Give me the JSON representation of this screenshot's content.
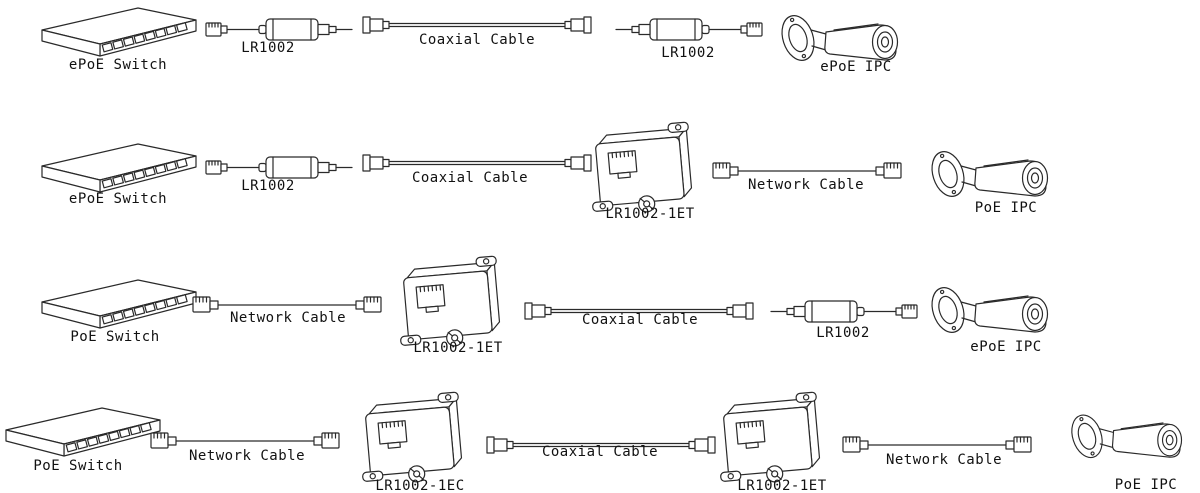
{
  "page": {
    "background": "#ffffff",
    "line_color": "#2a2a2a",
    "text_color": "#111111"
  },
  "diagram": {
    "description_type": "connection-topology-diagram",
    "rows": [
      {
        "items": [
          {
            "type": "switch",
            "label": "ePoE Switch"
          },
          {
            "type": "lr1002",
            "label": "LR1002"
          },
          {
            "type": "coax-cable",
            "label": "Coaxial Cable"
          },
          {
            "type": "lr1002",
            "label": "LR1002"
          },
          {
            "type": "camera",
            "label": "ePoE IPC"
          }
        ]
      },
      {
        "items": [
          {
            "type": "switch",
            "label": "ePoE Switch"
          },
          {
            "type": "lr1002",
            "label": "LR1002"
          },
          {
            "type": "coax-cable",
            "label": "Coaxial Cable"
          },
          {
            "type": "converter",
            "label": "LR1002-1ET"
          },
          {
            "type": "network-cable",
            "label": "Network Cable"
          },
          {
            "type": "camera",
            "label": "PoE IPC"
          }
        ]
      },
      {
        "items": [
          {
            "type": "switch",
            "label": "PoE Switch"
          },
          {
            "type": "network-cable",
            "label": "Network Cable"
          },
          {
            "type": "converter",
            "label": "LR1002-1ET"
          },
          {
            "type": "coax-cable",
            "label": "Coaxial Cable"
          },
          {
            "type": "lr1002",
            "label": "LR1002"
          },
          {
            "type": "camera",
            "label": "ePoE IPC"
          }
        ]
      },
      {
        "items": [
          {
            "type": "switch",
            "label": "PoE Switch"
          },
          {
            "type": "network-cable",
            "label": "Network Cable"
          },
          {
            "type": "converter",
            "label": "LR1002-1EC"
          },
          {
            "type": "coax-cable",
            "label": "Coaxial Cable"
          },
          {
            "type": "converter",
            "label": "LR1002-1ET"
          },
          {
            "type": "network-cable",
            "label": "Network Cable"
          },
          {
            "type": "camera",
            "label": "PoE IPC"
          }
        ]
      }
    ]
  }
}
